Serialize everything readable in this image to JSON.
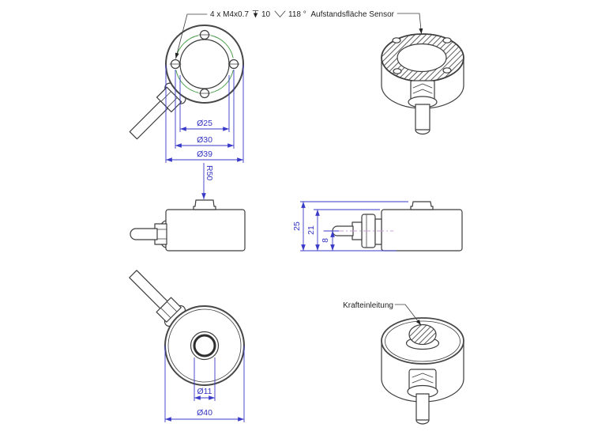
{
  "labels": {
    "screw_note_prefix": "4 x M4x0.7",
    "screw_note_depth_value": "10",
    "screw_note_angle_value": "118 °",
    "contact_surface": "Aufstandsfläche Sensor",
    "force_application": "Krafteinleitung"
  },
  "dimensions": {
    "top_inner_diameter": "Ø25",
    "top_bolt_circle_diameter": "Ø30",
    "top_outer_diameter": "Ø39",
    "front_sphere_radius": "R50",
    "side_total_height": "25",
    "side_body_height": "21",
    "side_cable_axis_height": "8",
    "bottom_bore_diameter": "Ø11",
    "bottom_outer_diameter": "Ø40"
  },
  "icons": {
    "depth_symbol": "thread-depth-icon",
    "countersink_symbol": "countersink-icon"
  },
  "colors": {
    "dimension_blue": "#3a3ac8",
    "thread_green": "#4a9d4a",
    "centerline_magenta": "#c8a2d8",
    "outline_gray": "#3d3d3d"
  }
}
